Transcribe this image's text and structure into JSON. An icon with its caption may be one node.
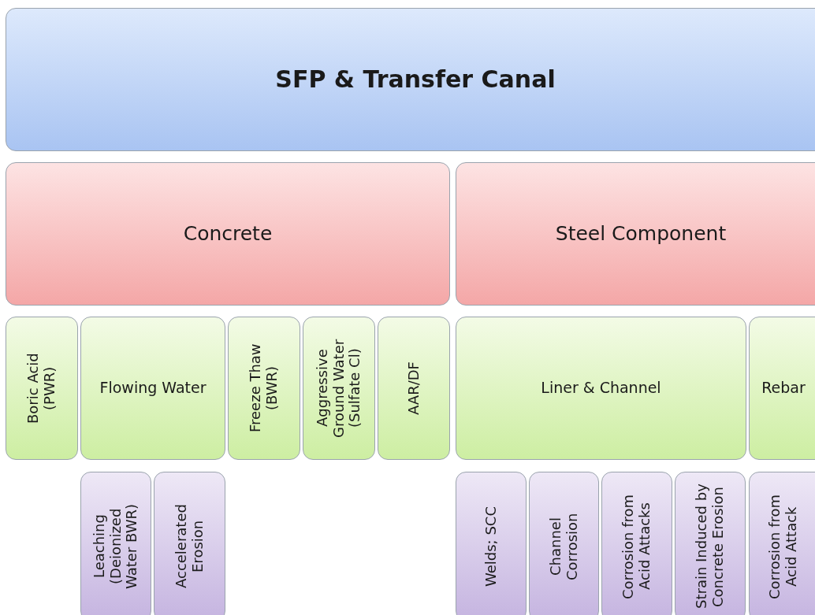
{
  "diagram": {
    "nodes": [
      {
        "text": [
          "SFP & Transfer Canal"
        ]
      },
      {
        "text": [
          "Concrete"
        ]
      },
      {
        "text": [
          "Steel Component"
        ]
      },
      {
        "text": [
          "Boric Acid (PWR)"
        ]
      },
      {
        "text": [
          "Flowing Water"
        ]
      },
      {
        "text": [
          "Freeze Thaw (BWR)"
        ]
      },
      {
        "text": [
          "Aggressive Ground Water (Sulfate Cl)"
        ]
      },
      {
        "text": [
          "AAR/DF"
        ]
      },
      {
        "text": [
          "Liner & Channel"
        ]
      },
      {
        "text": [
          "Rebar"
        ]
      },
      {
        "text": [
          "Leaching (Deionized Water BWR)"
        ]
      },
      {
        "text": [
          "Accelerated Erosion"
        ]
      },
      {
        "text": [
          "Welds; SCC"
        ]
      },
      {
        "text": [
          "Channel Corrosion"
        ]
      },
      {
        "text": [
          "Corrosion from Acid Attacks"
        ]
      },
      {
        "text": [
          "Strain Induced by Concrete Erosion"
        ]
      },
      {
        "text": [
          "Corrosion from Acid Attack"
        ]
      }
    ]
  }
}
